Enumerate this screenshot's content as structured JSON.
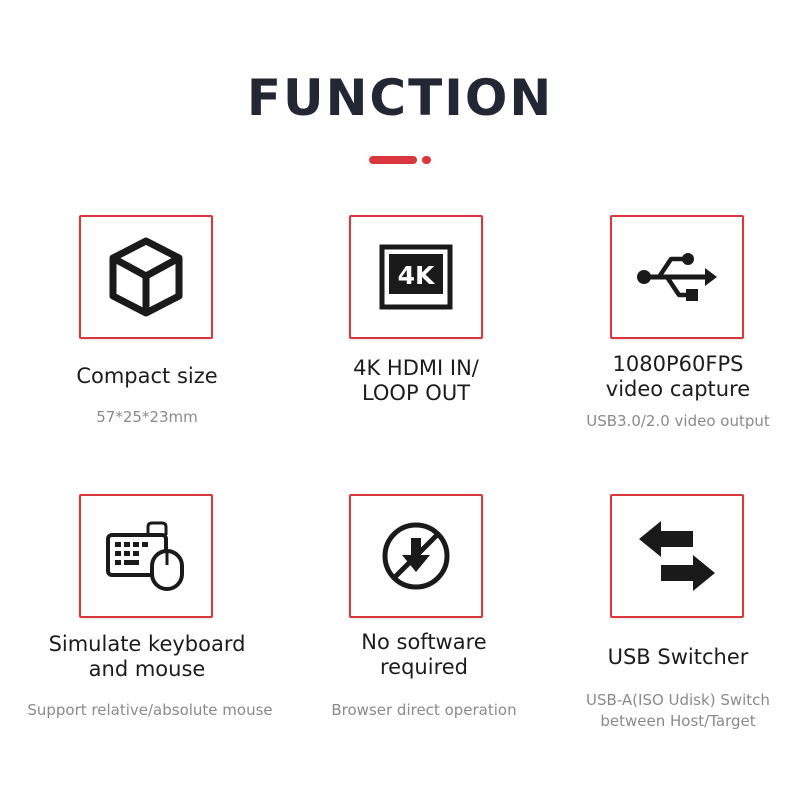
{
  "header": {
    "title": "FUNCTION",
    "accent_color": "#d9363e"
  },
  "features": [
    {
      "icon": "cube-icon",
      "title": "Compact size",
      "subtitle": "57*25*23mm"
    },
    {
      "icon": "4k-icon",
      "icon_text": "4K",
      "title": "4K HDMI IN/\nLOOP OUT",
      "subtitle": ""
    },
    {
      "icon": "usb-icon",
      "title": "1080P60FPS\nvideo capture",
      "subtitle": "USB3.0/2.0 video output"
    },
    {
      "icon": "keyboard-mouse-icon",
      "title": "Simulate keyboard\nand mouse",
      "subtitle": "Support relative/absolute mouse"
    },
    {
      "icon": "no-download-icon",
      "title": "No software\nrequired",
      "subtitle": "Browser direct operation"
    },
    {
      "icon": "switch-arrows-icon",
      "title": "USB Switcher",
      "subtitle": "USB-A(ISO Udisk) Switch\nbetween Host/Target"
    }
  ]
}
